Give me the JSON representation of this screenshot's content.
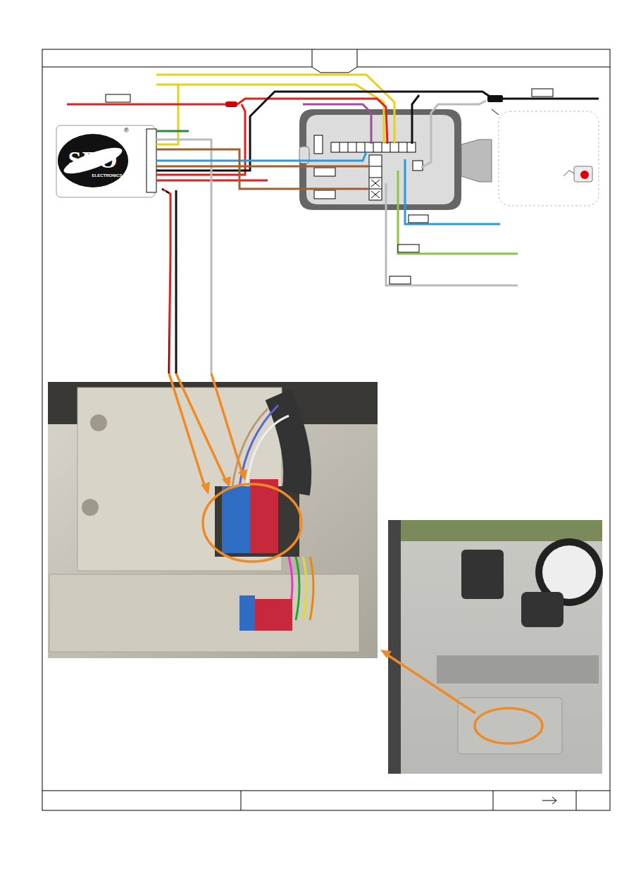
{
  "diagram": {
    "nodes": [
      {
        "text": [
          "SEO",
          "ELECTRONICS",
          "®"
        ]
      }
    ]
  }
}
